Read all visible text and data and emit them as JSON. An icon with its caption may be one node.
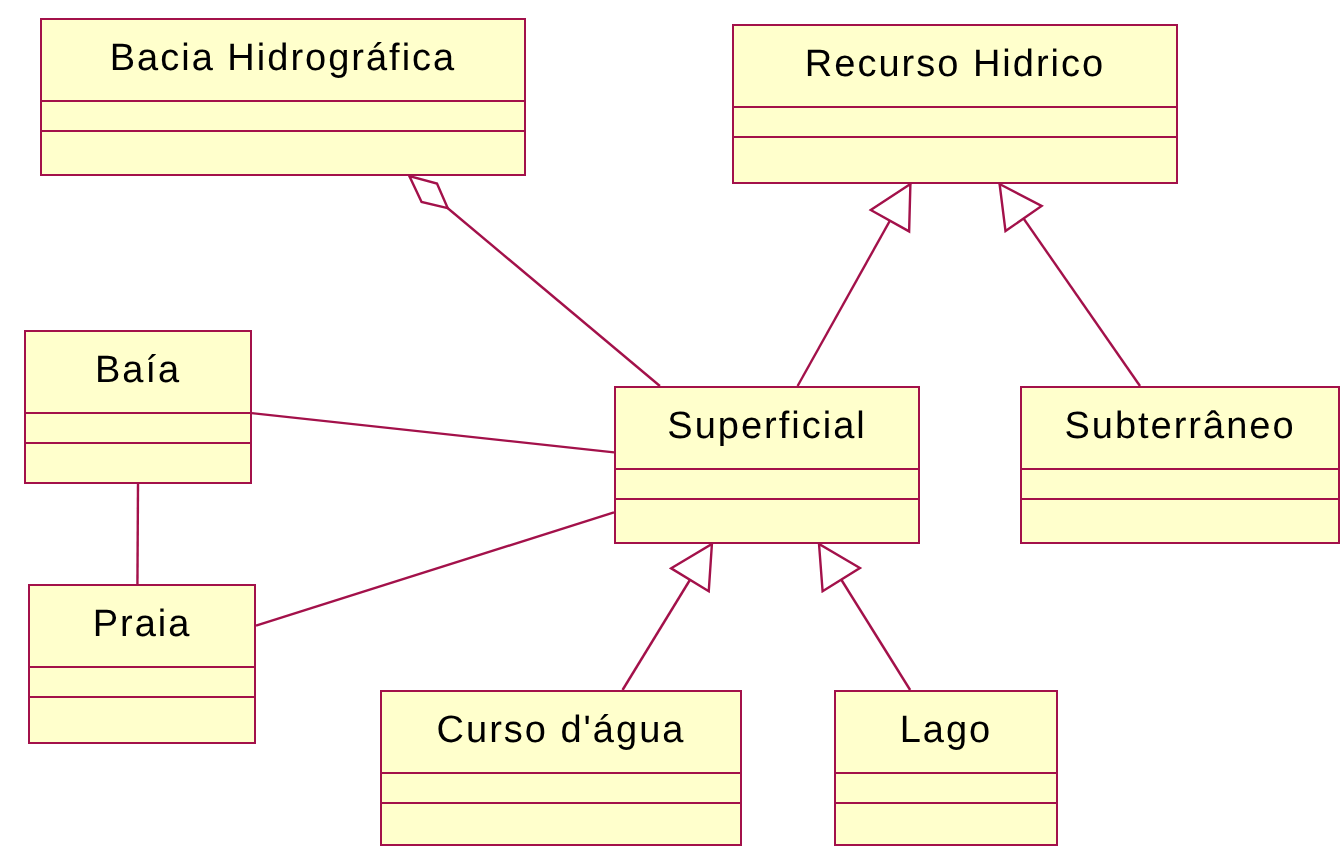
{
  "diagram": {
    "nodes": [
      {
        "text": [
          "Bacia Hidrográfica"
        ]
      },
      {
        "text": [
          "Recurso Hidrico"
        ]
      },
      {
        "text": [
          "Baía"
        ]
      },
      {
        "text": [
          "Superficial"
        ]
      },
      {
        "text": [
          "Subterrâneo"
        ]
      },
      {
        "text": [
          "Praia"
        ]
      },
      {
        "text": [
          "Curso d'água"
        ]
      },
      {
        "text": [
          "Lago"
        ]
      }
    ],
    "edges": [
      {
        "from": 3,
        "to": 0,
        "arrow": "other"
      },
      {
        "from": 3,
        "to": 1,
        "arrow": "to"
      },
      {
        "from": 4,
        "to": 1,
        "arrow": "to"
      },
      {
        "from": 2,
        "to": 3,
        "arrow": "none"
      },
      {
        "from": 2,
        "to": 5,
        "arrow": "none"
      },
      {
        "from": 5,
        "to": 3,
        "arrow": "none"
      },
      {
        "from": 6,
        "to": 3,
        "arrow": "to"
      },
      {
        "from": 7,
        "to": 3,
        "arrow": "to"
      }
    ]
  }
}
